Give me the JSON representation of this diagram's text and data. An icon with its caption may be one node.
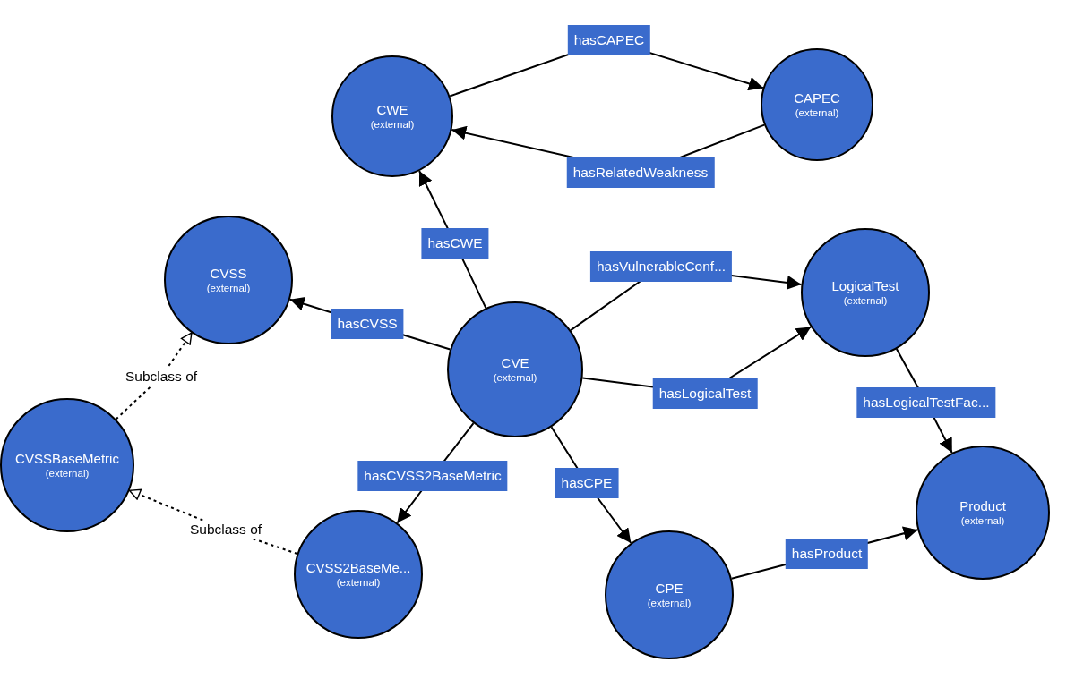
{
  "diagram": {
    "nodes": [
      {
        "text": [
          "CWE",
          "(external)"
        ]
      },
      {
        "text": [
          "CAPEC",
          "(external)"
        ]
      },
      {
        "text": [
          "CVSS",
          "(external)"
        ]
      },
      {
        "text": [
          "CVE",
          "(external)"
        ]
      },
      {
        "text": [
          "LogicalTest",
          "(external)"
        ]
      },
      {
        "text": [
          "CVSSBaseMetric",
          "(external)"
        ]
      },
      {
        "text": [
          "Product",
          "(external)"
        ]
      },
      {
        "text": [
          "CVSS2BaseMe...",
          "(external)"
        ]
      },
      {
        "text": [
          "CPE",
          "(external)"
        ]
      }
    ],
    "edges": [
      {
        "from": 0,
        "to": 1,
        "arrow": "to",
        "label": "hasCAPEC"
      },
      {
        "from": 1,
        "to": 0,
        "arrow": "to",
        "label": "hasRelatedWeakness"
      },
      {
        "from": 3,
        "to": 0,
        "arrow": "to",
        "label": "hasCWE"
      },
      {
        "from": 3,
        "to": 2,
        "arrow": "to",
        "label": "hasCVSS"
      },
      {
        "from": 3,
        "to": 4,
        "arrow": "to",
        "label": "hasVulnerableConf..."
      },
      {
        "from": 3,
        "to": 4,
        "arrow": "to",
        "label": "hasLogicalTest"
      },
      {
        "from": 4,
        "to": 6,
        "arrow": "to",
        "label": "hasLogicalTestFac..."
      },
      {
        "from": 3,
        "to": 7,
        "arrow": "to",
        "label": "hasCVSS2BaseMetric"
      },
      {
        "from": 3,
        "to": 8,
        "arrow": "to",
        "label": "hasCPE"
      },
      {
        "from": 8,
        "to": 6,
        "arrow": "to",
        "label": "hasProduct"
      },
      {
        "from": 5,
        "to": 2,
        "arrow": "to",
        "label": "Subclass of",
        "style": "dashed"
      },
      {
        "from": 7,
        "to": 5,
        "arrow": "to",
        "label": "Subclass of",
        "style": "dashed"
      }
    ]
  }
}
